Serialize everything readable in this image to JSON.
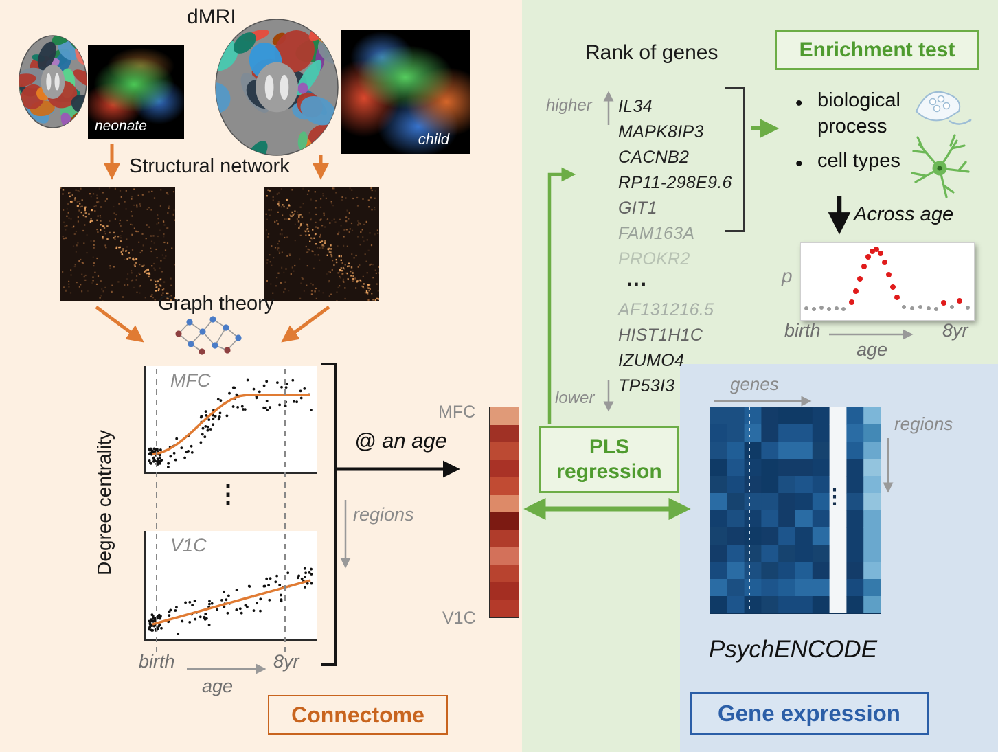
{
  "left_panel": {
    "dmri_title": "dMRI",
    "neonate_label": "neonate",
    "child_label": "child",
    "structural_network_label": "Structural network",
    "graph_theory_label": "Graph theory",
    "degree_centrality_axis": "Degree centrality",
    "mfc_plot_label": "MFC",
    "v1c_plot_label": "V1C",
    "between_plots_ellipsis": "⋮",
    "birth_tick": "birth",
    "age_axis": "age",
    "eight_yr_tick": "8yr",
    "at_an_age_label": "@ an age",
    "regions_axis": "regions",
    "vector_top_label": "MFC",
    "vector_bottom_label": "V1C",
    "connectome_badge": "Connectome",
    "vector_colors": [
      "#e09a78",
      "#a03125",
      "#bc4a33",
      "#a93226",
      "#c14b33",
      "#dd8a68",
      "#7c1a12",
      "#b03c2b",
      "#d3715a",
      "#b8432f",
      "#a42e22",
      "#b43a2a"
    ]
  },
  "gene_panel": {
    "rank_title": "Rank of genes",
    "higher_label": "higher",
    "lower_label": "lower",
    "genes": [
      "IL34",
      "MAPK8IP3",
      "CACNB2",
      "RP11-298E9.6",
      "GIT1",
      "FAM163A",
      "PROKR2",
      "AF131216.5",
      "HIST1H1C",
      "IZUMO4",
      "TP53I3"
    ],
    "ellipsis": "...",
    "enrichment_badge": "Enrichment test",
    "bullet_glyph": "•",
    "bullet_biological": "biological process",
    "bullet_cell_types": "cell types",
    "across_age_label": "Across age",
    "p_axis": "p",
    "birth_tick": "birth",
    "age_axis": "age",
    "eight_yr_tick": "8yr",
    "pls_badge_line1": "PLS",
    "pls_badge_line2": "regression"
  },
  "expression_panel": {
    "genes_axis": "genes",
    "regions_axis": "regions",
    "heatmap_ellipsis": "⋮",
    "psychencode_label": "PsychENCODE",
    "gene_expression_badge": "Gene expression"
  },
  "colors": {
    "left_bg": "#fdf0e2",
    "green_bg": "#e3efd9",
    "blue_bg": "#d6e2ef",
    "orange_accent": "#e07b33",
    "green_accent": "#6cad46",
    "green_text": "#4f9b2f",
    "connectome_text": "#c8641e",
    "blue_text": "#2b5ea7"
  }
}
